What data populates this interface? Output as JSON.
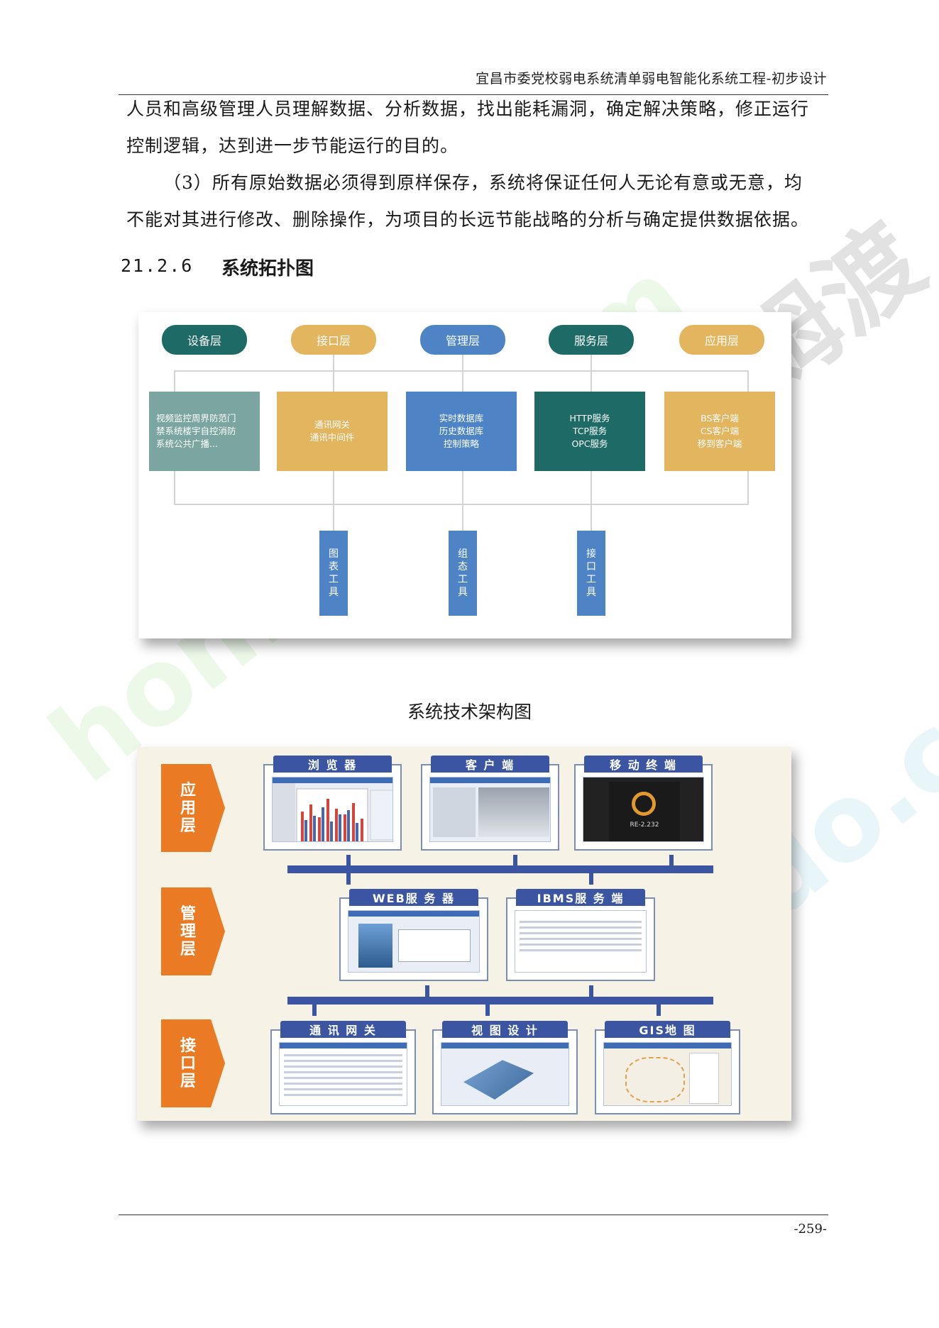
{
  "header": {
    "title": "宜昌市委党校弱电系统清单弱电智能化系统工程-初步设计"
  },
  "body": {
    "paragraphs": [
      "人员和高级管理人员理解数据、分析数据，找出能耗漏洞，确定解决策略，修正运行",
      "控制逻辑，达到进一步节能运行的目的。",
      "（3）所有原始数据必须得到原样保存，系统将保证任何人无论有意或无意，均",
      "不能对其进行修改、删除操作，为项目的长远节能战略的分析与确定提供数据依据。"
    ],
    "section": {
      "number": "21.2.6",
      "title": "系统拓扑图"
    },
    "caption": "系统技术架构图"
  },
  "figure1": {
    "layers": [
      {
        "label": "设备层",
        "color": "#1e6a66"
      },
      {
        "label": "接口层",
        "color": "#e2b55e"
      },
      {
        "label": "管理层",
        "color": "#4e84c6"
      },
      {
        "label": "服务层",
        "color": "#1e6a66"
      },
      {
        "label": "应用层",
        "color": "#e2b55e"
      }
    ],
    "boxes": [
      {
        "lines": [
          "视频监控周界防范门",
          "禁系统楼宇自控消防",
          "系统公共广播..."
        ],
        "color": "#7aa5a0"
      },
      {
        "lines": [
          "通讯网关",
          "通讯中间件"
        ],
        "color": "#e2b55e"
      },
      {
        "lines": [
          "实时数据库",
          "历史数据库",
          "控制策略"
        ],
        "color": "#4e84c6"
      },
      {
        "lines": [
          "HTTP服务",
          "TCP服务",
          "OPC服务"
        ],
        "color": "#1e6a66"
      },
      {
        "lines": [
          "BS客户端",
          "CS客户端",
          "移到客户端"
        ],
        "color": "#e2b55e"
      }
    ],
    "tools": [
      {
        "chars": [
          "图",
          "表",
          "工",
          "具"
        ]
      },
      {
        "chars": [
          "组",
          "态",
          "工",
          "具"
        ]
      },
      {
        "chars": [
          "接",
          "口",
          "工",
          "具"
        ]
      }
    ]
  },
  "figure2": {
    "rows": [
      {
        "chars": [
          "应",
          "用",
          "层"
        ],
        "windows": [
          "浏 览 器",
          "客 户 端",
          "移 动 终 端"
        ]
      },
      {
        "chars": [
          "管",
          "理",
          "层"
        ],
        "windows": [
          "WEB服 务 器",
          "IBMS服 务 端"
        ]
      },
      {
        "chars": [
          "接",
          "口",
          "层"
        ],
        "windows": [
          "通 讯 网 关",
          "视 图 设 计",
          "GIS地 图"
        ]
      }
    ],
    "mobile_screen_text": "RE-2.232"
  },
  "footer": {
    "page": "-259-"
  },
  "watermark": {
    "text1": "homedo.com",
    "text2": "河姆渡"
  }
}
